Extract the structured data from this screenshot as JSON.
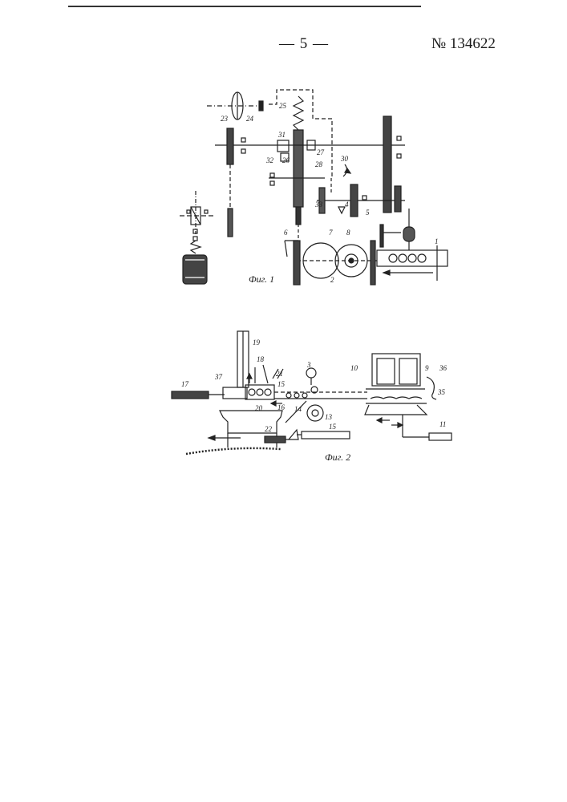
{
  "header": {
    "page_number": "— 5 —",
    "document_number": "№ 134622"
  },
  "figure1": {
    "caption": "Фиг. 1",
    "labels": {
      "l23": "23",
      "l24": "24",
      "l25": "25",
      "l31": "31",
      "l32": "32",
      "l26": "26",
      "l27": "27",
      "l28": "28",
      "l30": "30",
      "l33": "33",
      "l4": "4",
      "l5": "5",
      "l6": "6",
      "l7": "7",
      "l8": "8",
      "l2": "2",
      "l1": "1"
    }
  },
  "figure2": {
    "caption": "Фиг. 2",
    "labels": {
      "l19": "19",
      "l18": "18",
      "l37": "37",
      "l21": "21",
      "l15a": "15",
      "l16": "16",
      "l17": "17",
      "l20": "20",
      "l3": "3",
      "l14": "14",
      "l13": "13",
      "l22": "22",
      "l15b": "15",
      "l10": "10",
      "l9": "9",
      "l36": "36",
      "l35": "35",
      "l11": "11"
    }
  }
}
